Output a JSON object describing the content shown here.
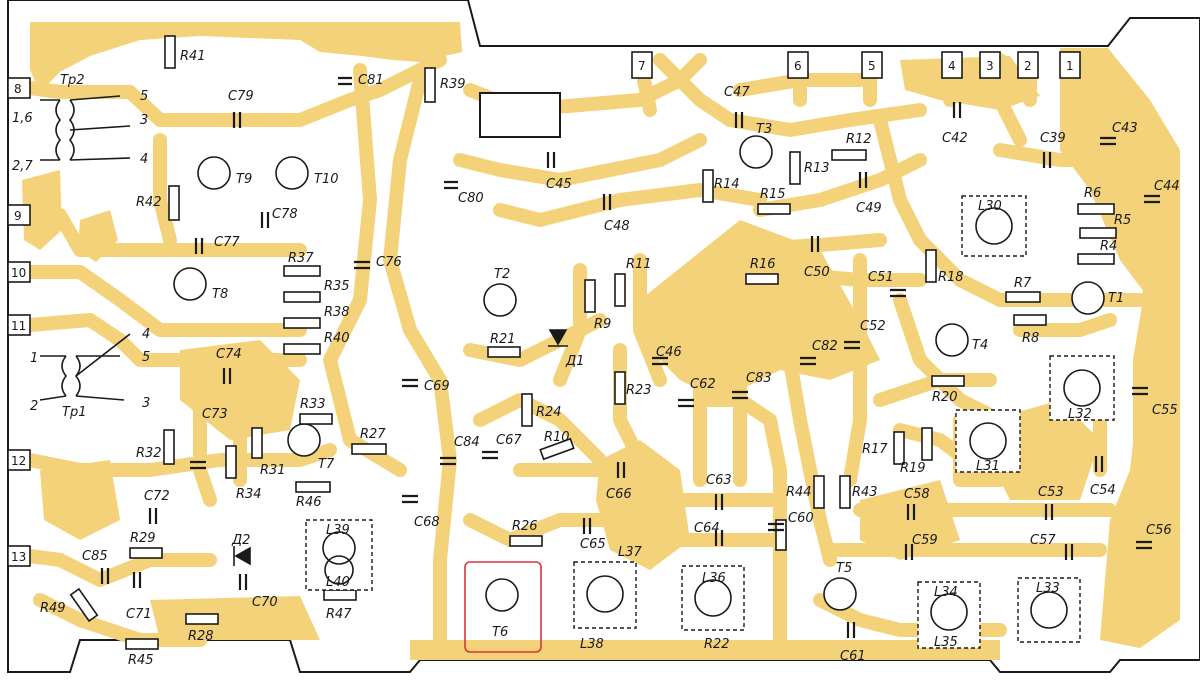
{
  "colors": {
    "copper": "#f3d27a",
    "ink": "#1a1a1a",
    "highlight": "#d9363e",
    "background": "#ffffff"
  },
  "terminals": {
    "t1": "1",
    "t2": "2",
    "t3": "3",
    "t4": "4",
    "t5": "5",
    "t6": "6",
    "t7": "7",
    "t8": "8",
    "t9": "9",
    "t10": "10",
    "t11": "11",
    "t12": "12",
    "t13": "13"
  },
  "transformers": {
    "tp2": {
      "name": "Тр2",
      "pins": [
        "1,6",
        "2,7",
        "5",
        "3",
        "4"
      ]
    },
    "tp1": {
      "name": "Тр1",
      "pins": [
        "1",
        "2",
        "4",
        "5",
        "3"
      ]
    }
  },
  "transistors": {
    "t1": "T1",
    "t2": "T2",
    "t3": "T3",
    "t4": "T4",
    "t5": "T5",
    "t6": "T6",
    "t7": "T7",
    "t8": "T8",
    "t9": "T9",
    "t10": "T10"
  },
  "diodes": {
    "d1": "Д1",
    "d2": "Д2"
  },
  "resistors": {
    "r4": "R4",
    "r5": "R5",
    "r6": "R6",
    "r7": "R7",
    "r8": "R8",
    "r9": "R9",
    "r10": "R10",
    "r11": "R11",
    "r12": "R12",
    "r13": "R13",
    "r14": "R14",
    "r15": "R15",
    "r16": "R16",
    "r17": "R17",
    "r18": "R18",
    "r19": "R19",
    "r20": "R20",
    "r21": "R21",
    "r22": "R22",
    "r23": "R23",
    "r24": "R24",
    "r26": "R26",
    "r27": "R27",
    "r28": "R28",
    "r29": "R29",
    "r31": "R31",
    "r32": "R32",
    "r33": "R33",
    "r34": "R34",
    "r35": "R35",
    "r37": "R37",
    "r38": "R38",
    "r39": "R39",
    "r40": "R40",
    "r41": "R41",
    "r42": "R42",
    "r43": "R43",
    "r44": "R44",
    "r45": "R45",
    "r46": "R46",
    "r47": "R47",
    "r49": "R49"
  },
  "capacitors": {
    "c39": "C39",
    "c42": "C42",
    "c43": "C43",
    "c44": "C44",
    "c45": "C45",
    "c46": "C46",
    "c47": "C47",
    "c48": "C48",
    "c49": "C49",
    "c50": "C50",
    "c51": "C51",
    "c52": "C52",
    "c53": "C53",
    "c54": "C54",
    "c55": "C55",
    "c56": "C56",
    "c57": "C57",
    "c58": "C58",
    "c59": "C59",
    "c60": "C60",
    "c61": "C61",
    "c62": "C62",
    "c63": "C63",
    "c64": "C64",
    "c65": "C65",
    "c66": "C66",
    "c67": "C67",
    "c68": "C68",
    "c69": "C69",
    "c70": "C70",
    "c71": "C71",
    "c72": "C72",
    "c73": "C73",
    "c74": "C74",
    "c76": "C76",
    "c77": "C77",
    "c78": "C78",
    "c79": "C79",
    "c80": "C80",
    "c81": "C81",
    "c82": "C82",
    "c83": "C83",
    "c84": "C84",
    "c85": "C85"
  },
  "inductors": {
    "l30": "L30",
    "l31": "L31",
    "l32": "L32",
    "l33": "L33",
    "l34": "L34",
    "l35": "L35",
    "l36": "L36",
    "l37": "L37",
    "l38": "L38",
    "l39": "L39",
    "l40": "L40"
  }
}
